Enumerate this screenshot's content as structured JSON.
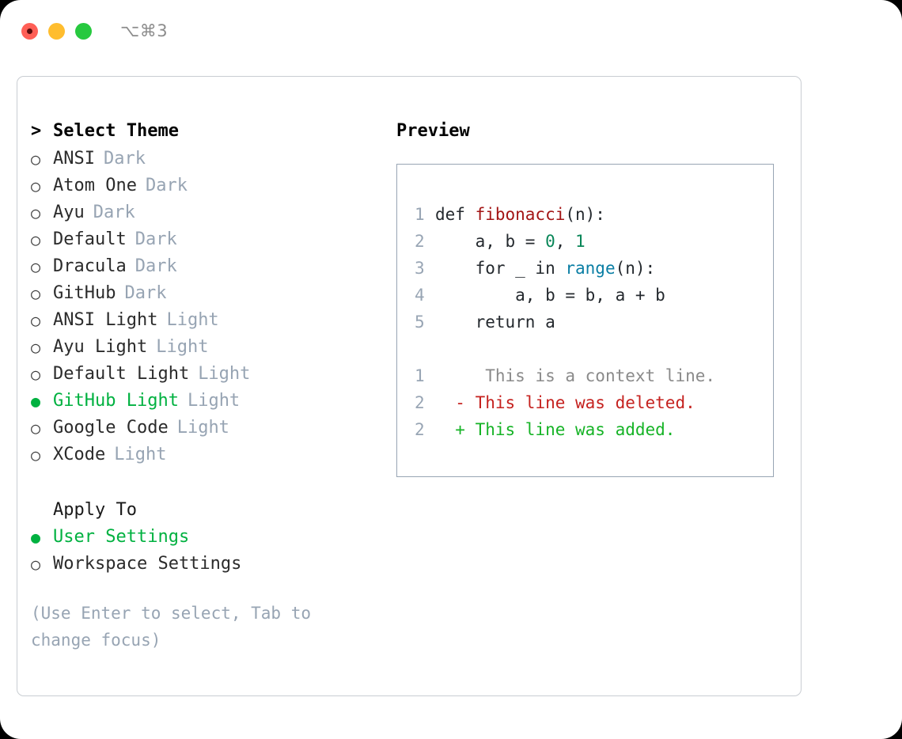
{
  "titlebar": {
    "shortcut": "⌥⌘3",
    "lights": [
      {
        "name": "close",
        "color": "#ff5f56"
      },
      {
        "name": "minimize",
        "color": "#ffbd2e"
      },
      {
        "name": "zoom",
        "color": "#27c93f"
      }
    ]
  },
  "colors": {
    "accent_green": "#00b140",
    "muted": "#97a4b3",
    "border": "#c9cdd2",
    "panel_border": "#98a5b4",
    "diff_add": "#16b326",
    "diff_del": "#c5221f",
    "diff_ctx": "#8a8a8a"
  },
  "theme_list": {
    "caret": ">",
    "title": "Select Theme",
    "bullet_off": "○",
    "bullet_on": "●",
    "items": [
      {
        "label": "ANSI",
        "tag": "Dark",
        "selected": false
      },
      {
        "label": "Atom One",
        "tag": "Dark",
        "selected": false
      },
      {
        "label": "Ayu",
        "tag": "Dark",
        "selected": false
      },
      {
        "label": "Default",
        "tag": "Dark",
        "selected": false
      },
      {
        "label": "Dracula",
        "tag": "Dark",
        "selected": false
      },
      {
        "label": "GitHub",
        "tag": "Dark",
        "selected": false
      },
      {
        "label": "ANSI Light",
        "tag": "Light",
        "selected": false
      },
      {
        "label": "Ayu Light",
        "tag": "Light",
        "selected": false
      },
      {
        "label": "Default Light",
        "tag": "Light",
        "selected": false
      },
      {
        "label": "GitHub Light",
        "tag": "Light",
        "selected": true
      },
      {
        "label": "Google Code",
        "tag": "Light",
        "selected": false
      },
      {
        "label": "XCode",
        "tag": "Light",
        "selected": false
      }
    ]
  },
  "apply_to": {
    "heading": "Apply To",
    "options": [
      {
        "label": "User Settings",
        "selected": true
      },
      {
        "label": "Workspace Settings",
        "selected": false
      }
    ]
  },
  "hint": "(Use Enter to select, Tab to change focus)",
  "preview": {
    "title": "Preview",
    "code_lines": [
      {
        "number": "1",
        "segments": [
          {
            "text": "def ",
            "kind": "plain"
          },
          {
            "text": "fibonacci",
            "kind": "fn"
          },
          {
            "text": "(n):",
            "kind": "plain"
          }
        ]
      },
      {
        "number": "2",
        "segments": [
          {
            "text": "    a, b = ",
            "kind": "plain"
          },
          {
            "text": "0",
            "kind": "num"
          },
          {
            "text": ", ",
            "kind": "plain"
          },
          {
            "text": "1",
            "kind": "num"
          }
        ]
      },
      {
        "number": "3",
        "segments": [
          {
            "text": "    for _ in ",
            "kind": "plain"
          },
          {
            "text": "range",
            "kind": "call"
          },
          {
            "text": "(n):",
            "kind": "plain"
          }
        ]
      },
      {
        "number": "4",
        "segments": [
          {
            "text": "        a, b = b, a + b",
            "kind": "plain"
          }
        ]
      },
      {
        "number": "5",
        "segments": [
          {
            "text": "    return a",
            "kind": "plain"
          }
        ]
      }
    ],
    "diff_lines": [
      {
        "number": "1",
        "marker": " ",
        "text": "  This is a context line.",
        "kind": "ctx"
      },
      {
        "number": "2",
        "marker": "-",
        "text": " This line was deleted.",
        "kind": "del"
      },
      {
        "number": "2",
        "marker": "+",
        "text": " This line was added.",
        "kind": "add"
      }
    ]
  }
}
